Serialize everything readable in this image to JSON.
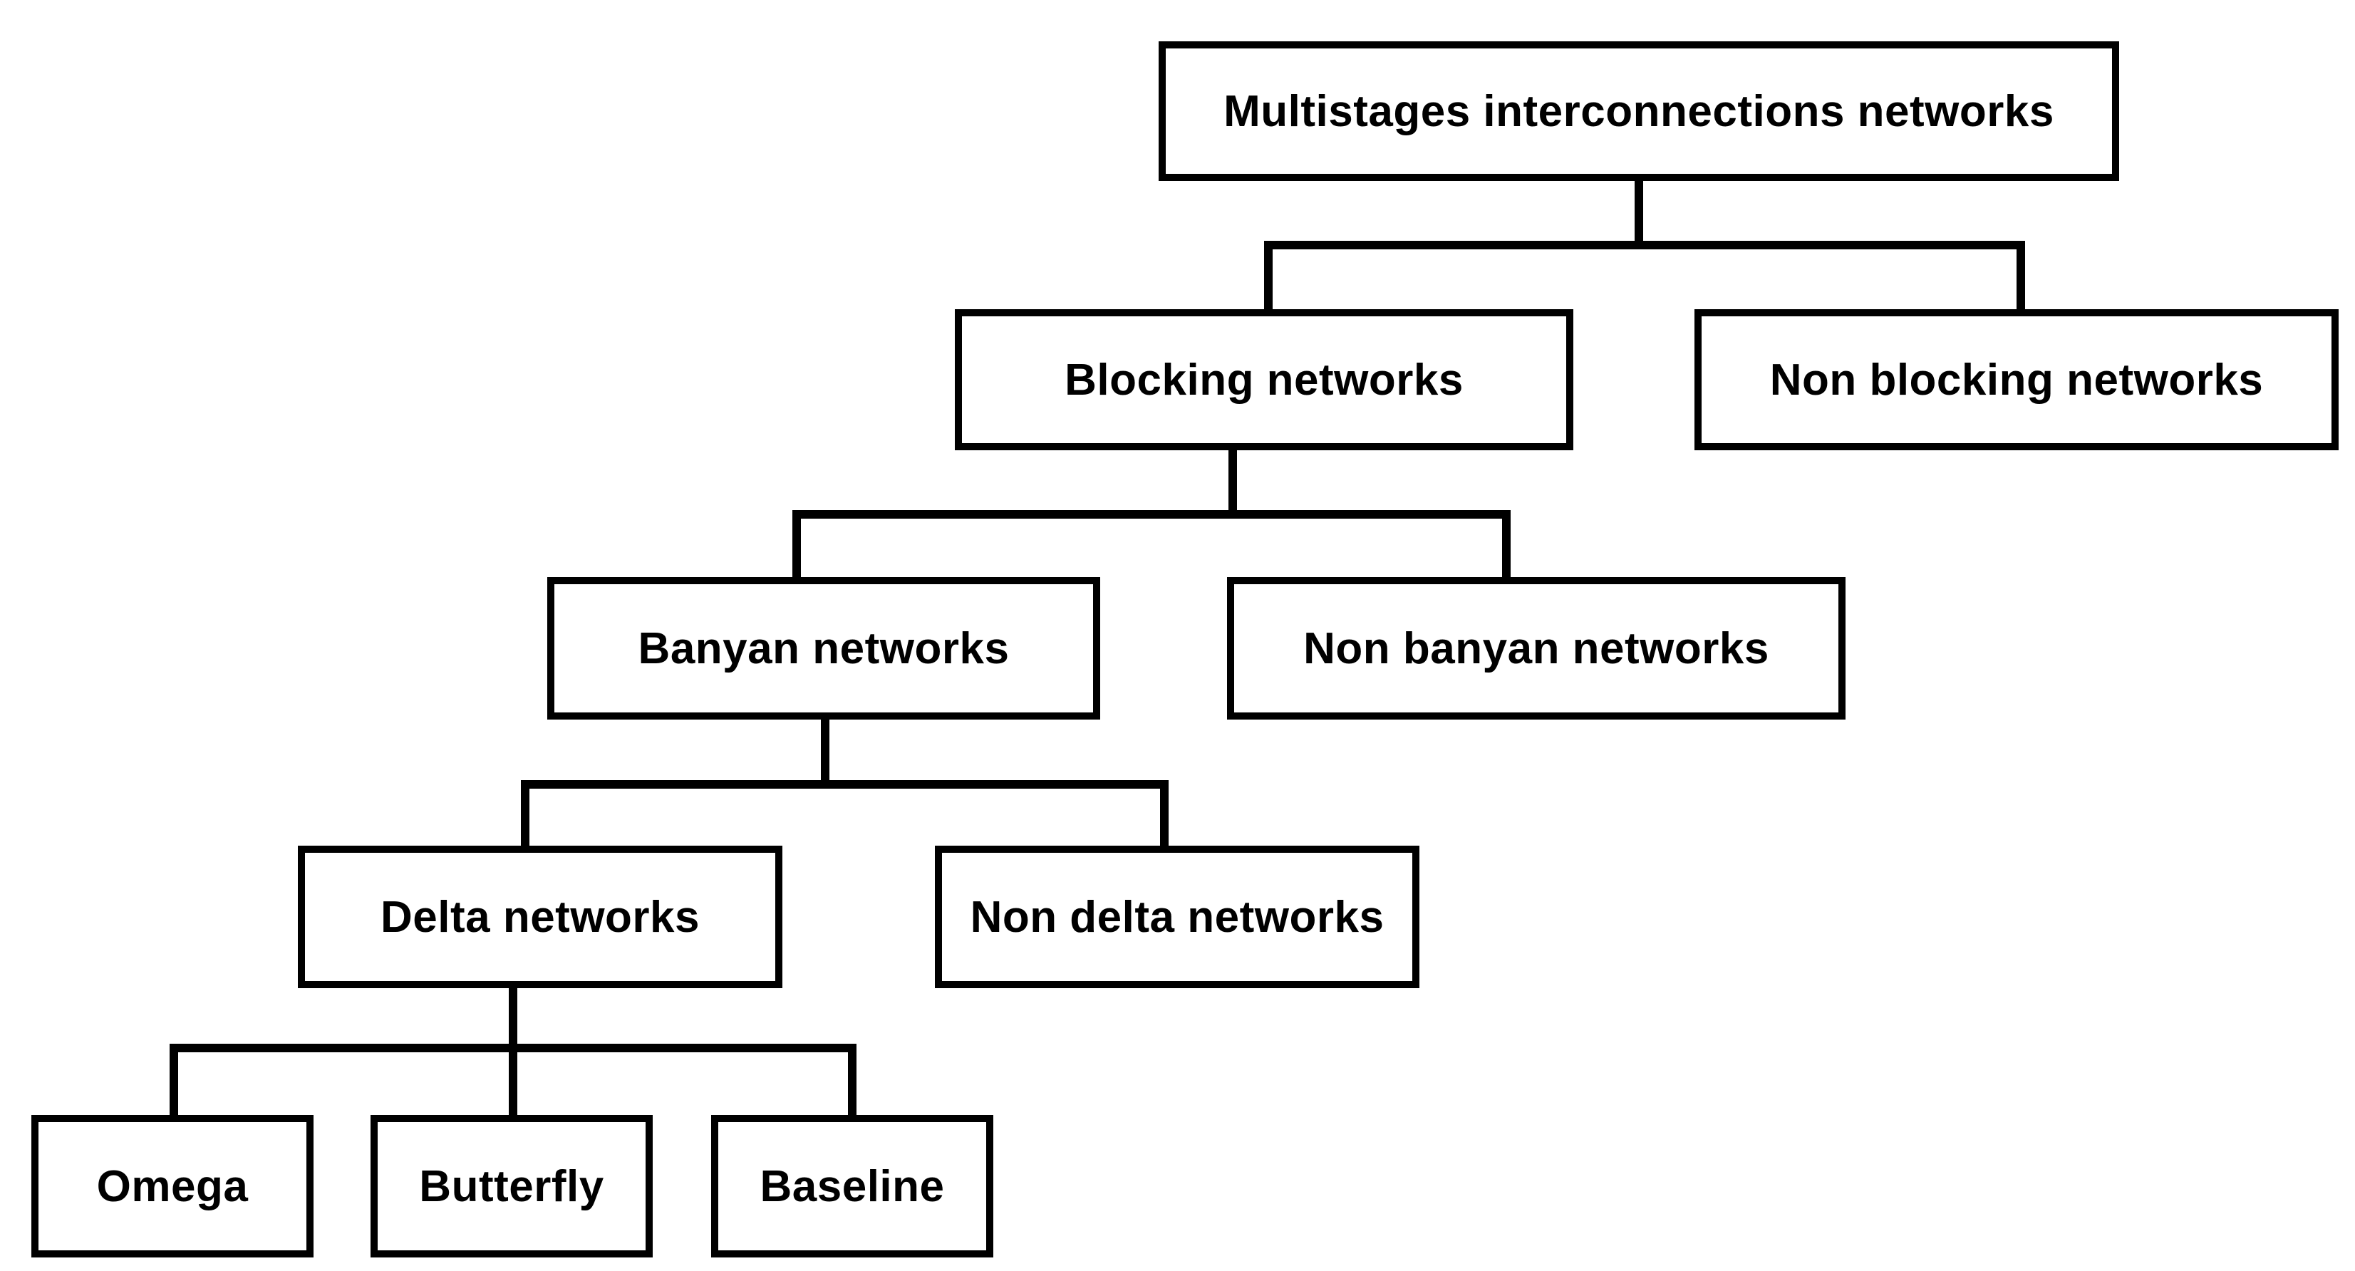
{
  "diagram": {
    "colors": {
      "line": "#000000",
      "box_fill": "#ffffff",
      "text": "#000000"
    },
    "nodes": {
      "root": "Multistages interconnections networks",
      "blocking": "Blocking networks",
      "non_blocking": "Non blocking networks",
      "banyan": "Banyan networks",
      "non_banyan": "Non banyan networks",
      "delta": "Delta networks",
      "non_delta": "Non delta networks",
      "omega": "Omega",
      "butterfly": "Butterfly",
      "baseline": "Baseline"
    },
    "hierarchy": [
      {
        "parent": "root",
        "children": [
          "blocking",
          "non_blocking"
        ]
      },
      {
        "parent": "blocking",
        "children": [
          "banyan",
          "non_banyan"
        ]
      },
      {
        "parent": "banyan",
        "children": [
          "delta",
          "non_delta"
        ]
      },
      {
        "parent": "delta",
        "children": [
          "omega",
          "butterfly",
          "baseline"
        ]
      }
    ]
  }
}
